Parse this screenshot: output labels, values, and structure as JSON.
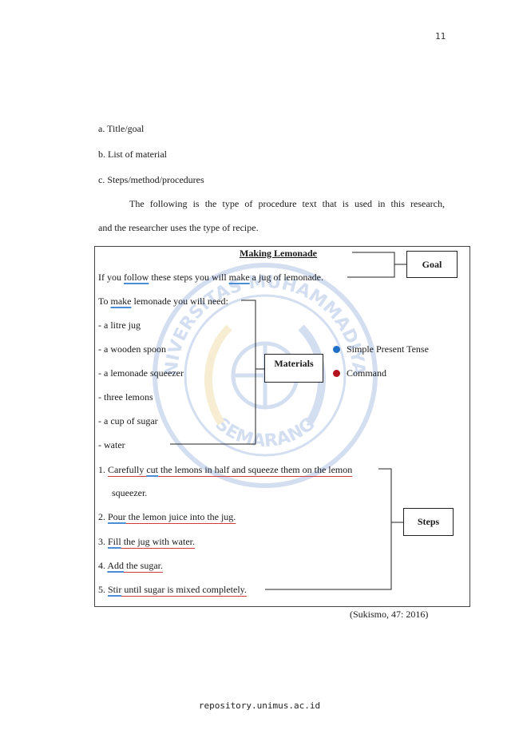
{
  "page_number": "11",
  "outline": [
    "a. Title/goal",
    "b. List of material",
    "c. Steps/method/procedures"
  ],
  "intro": {
    "line1": "The following is the type of procedure text that is used in this research,",
    "line2": "and the researcher uses the type of recipe."
  },
  "recipe": {
    "title": "Making Lemonade",
    "goal_sentence": {
      "p1": "If you ",
      "w1": "follow",
      "p2": " these steps you will ",
      "w2": "make",
      "p3": " a jug of lemonade."
    },
    "materials_intro": {
      "p1": "To ",
      "w1": "make",
      "p2": " lemonade you will need:"
    },
    "materials": [
      "- a litre jug",
      "- a wooden spoon",
      "- a lemonade squeezer",
      "- three lemons",
      "- a cup of sugar",
      "- water"
    ],
    "steps": [
      {
        "num": "1. ",
        "pre": "Carefully ",
        "verb": "cut",
        "rest": " the lemons in half and squeeze them on the lemon",
        "cont": "squeezer."
      },
      {
        "num": "2. ",
        "pre": "",
        "verb": "Pour",
        "rest": " the lemon juice into the jug."
      },
      {
        "num": "3. ",
        "pre": "",
        "verb": "Fill",
        "rest": " the jug with water."
      },
      {
        "num": "4. ",
        "pre": "",
        "verb": "Add",
        "rest": " the sugar."
      },
      {
        "num": "5. ",
        "pre": "",
        "verb": "Stir",
        "rest": " until sugar is mixed completely."
      }
    ]
  },
  "labels": {
    "goal": "Goal",
    "materials": "Materials",
    "steps": "Steps"
  },
  "legend": [
    {
      "label": "Simple Present Tense",
      "color": "#1f6fc7"
    },
    {
      "label": "Command",
      "color": "#b3121f"
    }
  ],
  "watermark_text": {
    "top": "UNIVERSITAS MUHAMMADIYAH",
    "bottom": "SEMARANG"
  },
  "citation": "(Sukismo, 47: 2016)",
  "footer": "repository.unimus.ac.id"
}
